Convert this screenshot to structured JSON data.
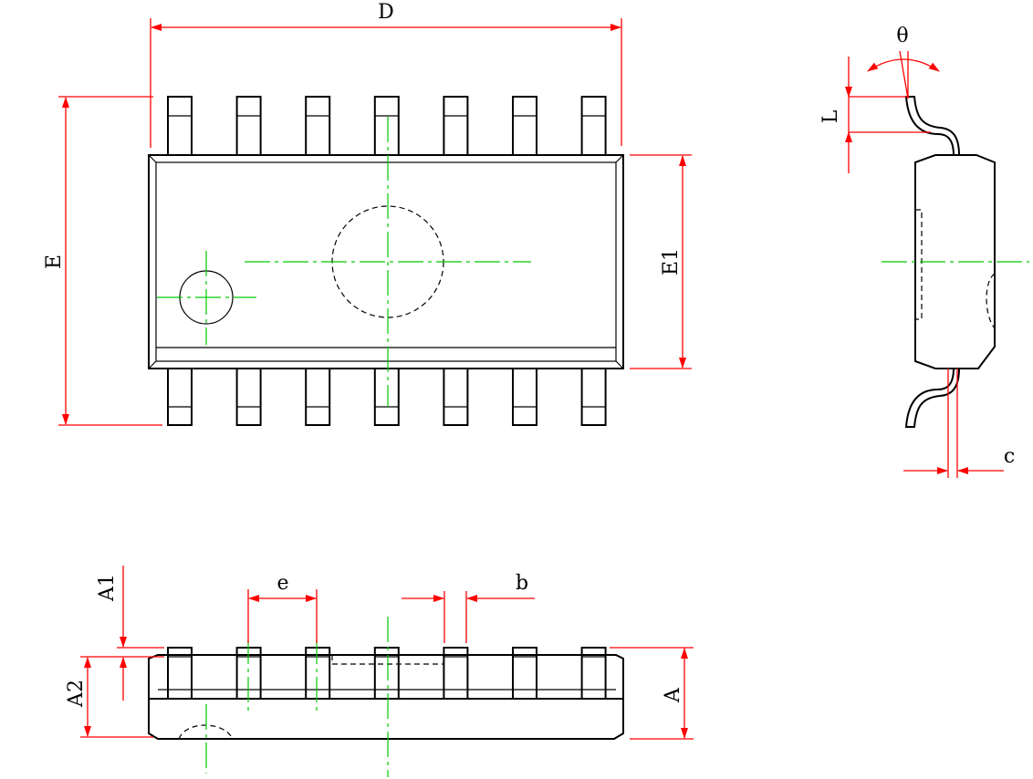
{
  "labels": {
    "D": "D",
    "E": "E",
    "E1": "E1",
    "L": "L",
    "theta": "θ",
    "c": "c",
    "e": "e",
    "b": "b",
    "A": "A",
    "A1": "A1",
    "A2": "A2"
  },
  "pin_count_per_side": 7,
  "colors": {
    "outline": "#000000",
    "dimension": "#ff0000",
    "centerline": "#00cc00"
  }
}
